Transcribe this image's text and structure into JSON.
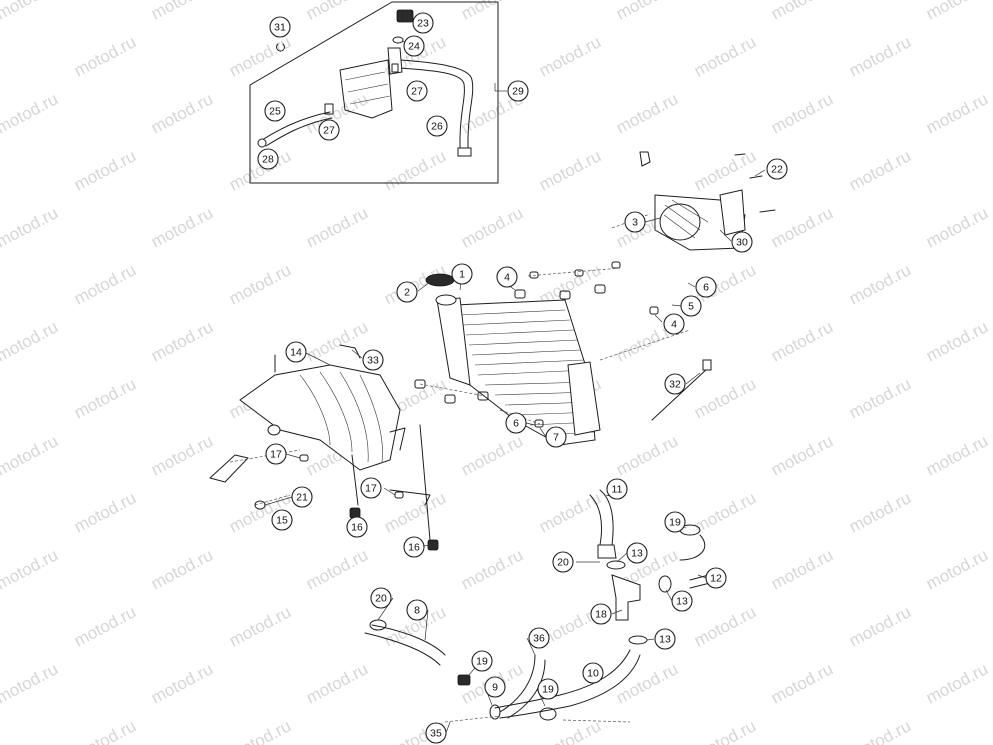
{
  "watermark": {
    "text": "motod.ru"
  },
  "callouts": [
    "31",
    "23",
    "24",
    "27",
    "25",
    "27",
    "28",
    "26",
    "29",
    "22",
    "3",
    "30",
    "1",
    "2",
    "4",
    "6",
    "5",
    "4",
    "14",
    "33",
    "17",
    "21",
    "15",
    "17",
    "16",
    "16",
    "6",
    "7",
    "32",
    "11",
    "19",
    "20",
    "13",
    "12",
    "13",
    "18",
    "13",
    "20",
    "8",
    "36",
    "19",
    "10",
    "9",
    "19",
    "35"
  ]
}
